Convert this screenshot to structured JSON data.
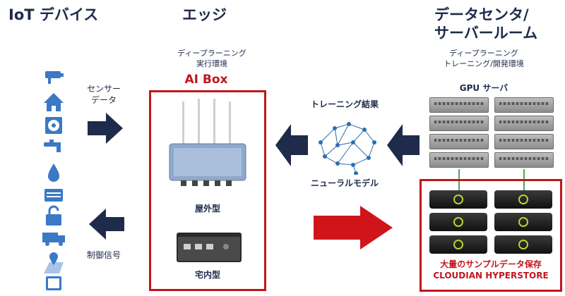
{
  "columns": {
    "iot": {
      "title": "IoT デバイス"
    },
    "edge": {
      "title": "エッジ",
      "subtitle_1": "ディープラーニング",
      "subtitle_2": "実行環境"
    },
    "dc": {
      "title_1": "データセンタ/",
      "title_2": "サーバールーム",
      "subtitle_1": "ディープラーニング",
      "subtitle_2": "トレーニング/開発環境",
      "gpu_label": "GPU サーバ"
    }
  },
  "labels": {
    "sensor_1": "センサー",
    "sensor_2": "データ",
    "control": "制御信号",
    "ai_box": "AI Box",
    "outdoor": "屋外型",
    "indoor": "宅内型",
    "training_result": "トレーニング結果",
    "neural_model": "ニューラルモデル",
    "storage_1": "大量のサンプルデータ保存",
    "storage_2": "CLOUDIAN HYPERSTORE"
  },
  "iot_icons": [
    "camera-icon",
    "house-icon",
    "fan-icon",
    "faucet-icon",
    "water-drop-icon",
    "air-conditioner-icon",
    "lock-icon",
    "truck-icon",
    "map-pin-icon",
    "tablet-icon"
  ],
  "colors": {
    "accent_red": "#c0161d",
    "navy": "#1e2b4a",
    "icon_blue": "#3b78c6",
    "storage_led": "#b6d336"
  }
}
